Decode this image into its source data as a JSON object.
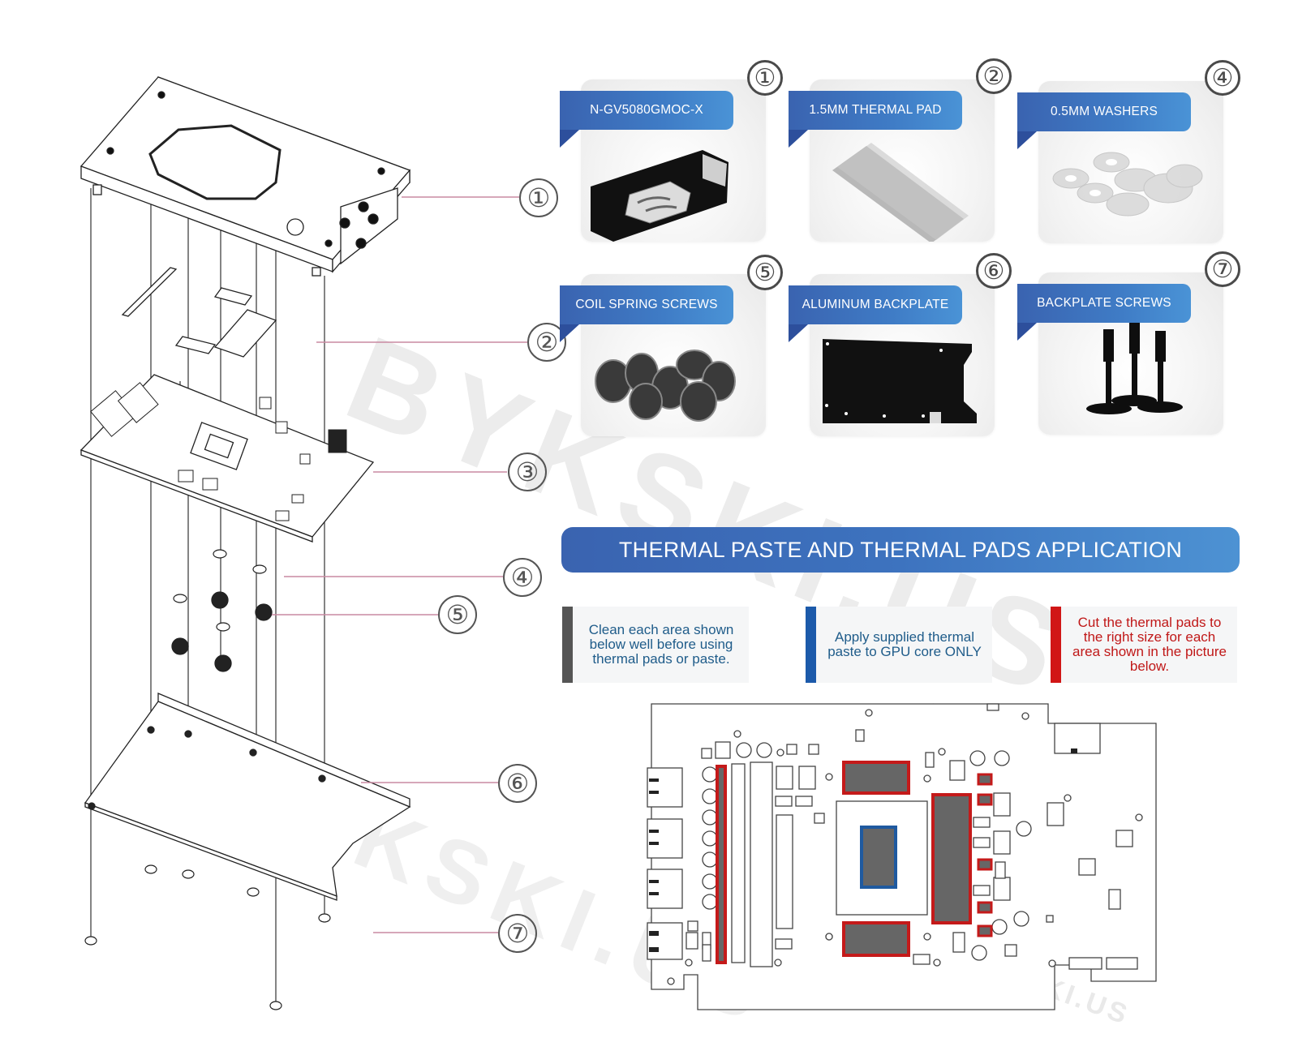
{
  "watermark": {
    "text": "BYKSKI.US"
  },
  "exploded_view": {
    "callouts": [
      "①",
      "②",
      "③",
      "④",
      "⑤",
      "⑥",
      "⑦"
    ],
    "parts_depicted": [
      "water block",
      "thermal pads",
      "graphics card PCB",
      "washers",
      "coil spring screws",
      "backplate",
      "backplate screws"
    ]
  },
  "parts": [
    {
      "number": "①",
      "label": "N-GV5080GMOC-X",
      "icon": "water-block-image"
    },
    {
      "number": "②",
      "label": "1.5MM THERMAL PAD",
      "icon": "thermal-pad-image"
    },
    {
      "number": "④",
      "label": "0.5MM WASHERS",
      "icon": "washers-image"
    },
    {
      "number": "⑤",
      "label": "COIL SPRING SCREWS",
      "icon": "coil-spring-screws-image"
    },
    {
      "number": "⑥",
      "label": "ALUMINUM BACKPLATE",
      "icon": "backplate-image"
    },
    {
      "number": "⑦",
      "label": "BACKPLATE SCREWS",
      "icon": "backplate-screws-image"
    }
  ],
  "thermal_section": {
    "title": "THERMAL PASTE AND THERMAL PADS APPLICATION",
    "notes": [
      {
        "text": "Clean each area shown below well before using thermal pads or paste.",
        "color": "#555555",
        "text_color": "#1f5c8a"
      },
      {
        "text": "Apply supplied thermal paste to GPU core ONLY",
        "color": "#1c5aaa",
        "text_color": "#1f5c8a"
      },
      {
        "text": "Cut the thermal pads to the right size for each area shown in the picture below.",
        "color": "#d11616",
        "text_color": "#c01818"
      }
    ],
    "legend_colors": {
      "thermal_pad_outline": "#c41a1a",
      "thermal_paste_outline": "#1f5aa0",
      "fill": "#666666"
    }
  }
}
